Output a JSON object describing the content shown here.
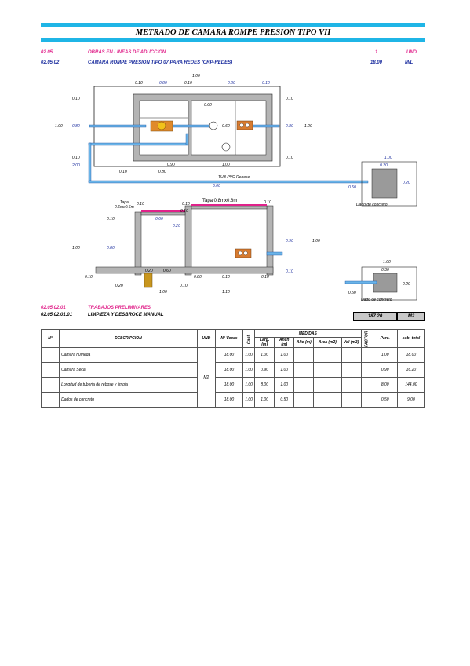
{
  "title": "METRADO DE CAMARA ROMPE PRESION TIPO VII",
  "header": {
    "row1": {
      "code": "02.05",
      "desc": "OBRAS EN LINEAS DE ADUCCION",
      "qty": "1",
      "unit": "UND"
    },
    "row2": {
      "code": "02.05.02",
      "desc": "CAMARA ROMPE PRESION TIPO 07 PARA REDES (CRP-REDES)",
      "qty": "18.00",
      "unit": "M/L"
    }
  },
  "plan": {
    "dims": {
      "top_total": "1.00",
      "top_left": "0.10",
      "top_mid": "0.80",
      "top_r1": "0.10",
      "top_r2": "0.80",
      "top_r3": "0.10",
      "left_top": "0.10",
      "left_mid": "1.00",
      "left_mid_blue": "0.80",
      "left_bot": "0.10",
      "left_bot_blue": "2.00",
      "inner_top": "0.60",
      "inner_mid": "0.60",
      "right_top": "0.10",
      "right_mid_blue": "0.80",
      "right_mid": "1.00",
      "right_bot": "0.10",
      "bottom_l1": "0.10",
      "bottom_l2": "0.80",
      "bottom_m1": "0.90",
      "bottom_m2": "1.00",
      "pipe_label": "TUB PVC Rebose",
      "pipe_len": "6.00"
    },
    "dado1": {
      "top": "1.00",
      "top_blue": "0.20",
      "side": "0.20",
      "bottom": "0.50",
      "label": "Dado de concreto"
    }
  },
  "section": {
    "lid_small": "Tapa\n0.6mx0.6m",
    "lid_big": "Tapa 0.8mx0.8m",
    "d": {
      "a": "0.10",
      "b": "0.10",
      "c": "0.10",
      "d": "0.10",
      "e": "0.60",
      "f": "0.20",
      "g": "1.00",
      "h": "0.80",
      "i": "0.90",
      "j": "1.00",
      "k": "0.10",
      "l": "0.10",
      "m": "0.20",
      "n": "0.60",
      "o": "0.10",
      "p": "0.80",
      "q": "0.10",
      "r": "0.10",
      "s": "0.20",
      "t": "0.10",
      "u": "1.00",
      "v": "1.10"
    },
    "dado2": {
      "top": "1.00",
      "top2": "0.30",
      "side": "0.20",
      "bottom": "0.50",
      "label": "Dado de concreto"
    }
  },
  "items": {
    "i1": {
      "code": "02.05.02.01",
      "desc": "TRABAJOS PRELIMINARES"
    },
    "i2": {
      "code": "02.05.02.01.01",
      "desc": "LIMPIEZA Y DESBROCE MANUAL",
      "total": "187.20",
      "unit": "M2"
    }
  },
  "table": {
    "headers": {
      "n": "N°",
      "desc": "DESCRIPCION",
      "und": "UND",
      "veces": "N° Veces",
      "cant": "Cant.",
      "medidas": "MEDIDAS",
      "larg": "Larg. (m)",
      "anch": "Anch (m)",
      "alto": "Alto (m)",
      "area": "Area (m2)",
      "vol": "Vol (m3)",
      "factor": "FACTOR",
      "parc": "Parc.",
      "sub": "sub- total"
    },
    "unit": "M2",
    "rows": [
      {
        "desc": "Camara humeda",
        "veces": "18.00",
        "cant": "1.00",
        "larg": "1.00",
        "anch": "1.00",
        "parc": "1.00",
        "sub": "18.00"
      },
      {
        "desc": "Camara Seca",
        "veces": "18.00",
        "cant": "1.00",
        "larg": "0.90",
        "anch": "1.00",
        "parc": "0.90",
        "sub": "16.20"
      },
      {
        "desc": "Longitud de tuberia de rebose y limpia",
        "veces": "18.00",
        "cant": "1.00",
        "larg": "8.00",
        "anch": "1.00",
        "parc": "8.00",
        "sub": "144.00"
      },
      {
        "desc": "Dados de concreto",
        "veces": "18.00",
        "cant": "1.00",
        "larg": "1.00",
        "anch": "0.50",
        "parc": "0.50",
        "sub": "9.00"
      }
    ]
  },
  "colors": {
    "accent": "#1fb5e6",
    "magenta": "#e0228a",
    "blue": "#1a2c9e",
    "wall": "#b4b4b4"
  }
}
